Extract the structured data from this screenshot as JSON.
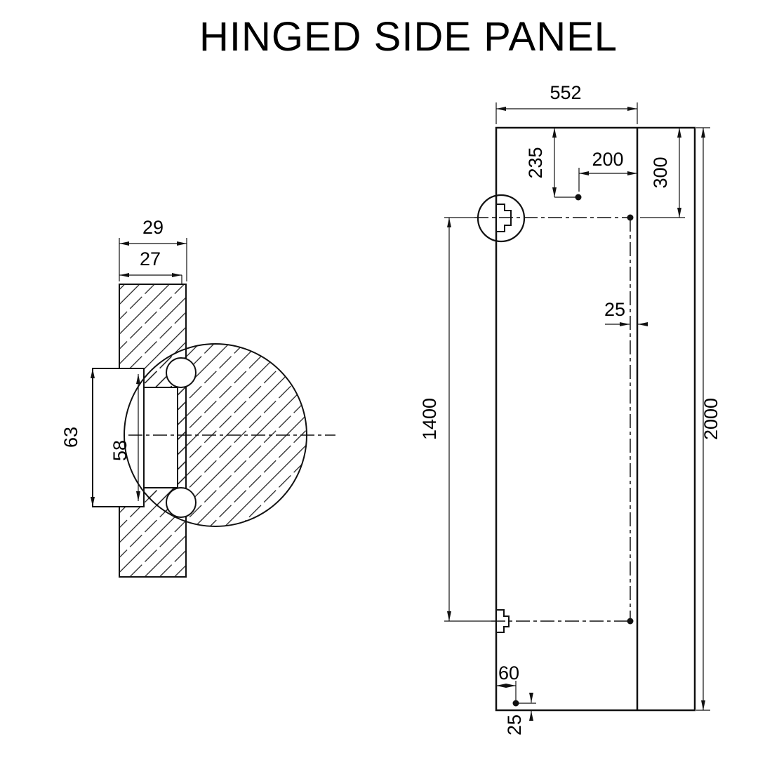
{
  "title": "HINGED SIDE PANEL",
  "detail": {
    "outer_width": "29",
    "glass_width": "27",
    "hinge_height": "63",
    "hinge_inner_height": "58"
  },
  "elevation": {
    "width": "552",
    "hinge_offset_top": "235",
    "hinge_inset": "200",
    "top_margin": "300",
    "edge_offset": "25",
    "hinge_spacing": "1400",
    "height": "2000",
    "bottom_inset": "60",
    "bottom_offset": "25"
  }
}
